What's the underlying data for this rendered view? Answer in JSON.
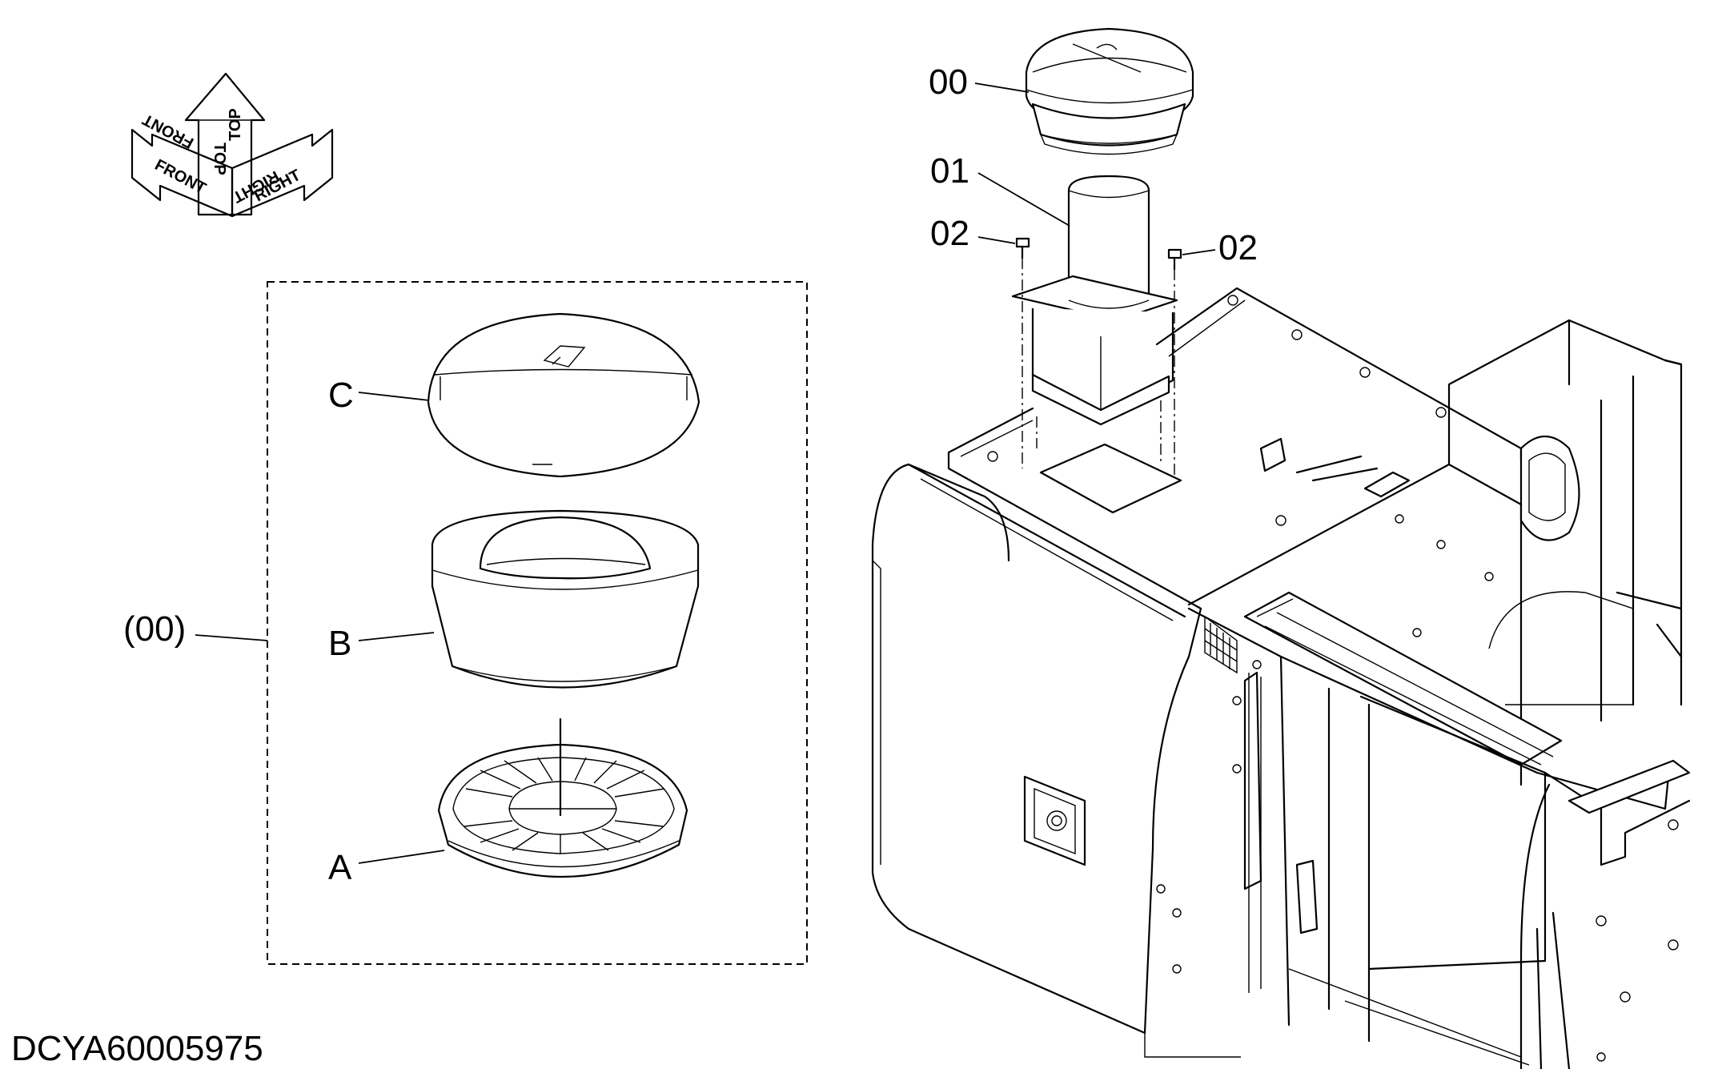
{
  "orientation_key": {
    "front": "FRONT",
    "top": "TOP",
    "right": "RIGHT"
  },
  "callouts": {
    "cover_assembly": "00",
    "intake_pipe": "01",
    "bolt_left": "02",
    "bolt_right": "02",
    "detail_group": "(00)",
    "part_c": "C",
    "part_b": "B",
    "part_a": "A"
  },
  "document_id": "DCYA60005975"
}
